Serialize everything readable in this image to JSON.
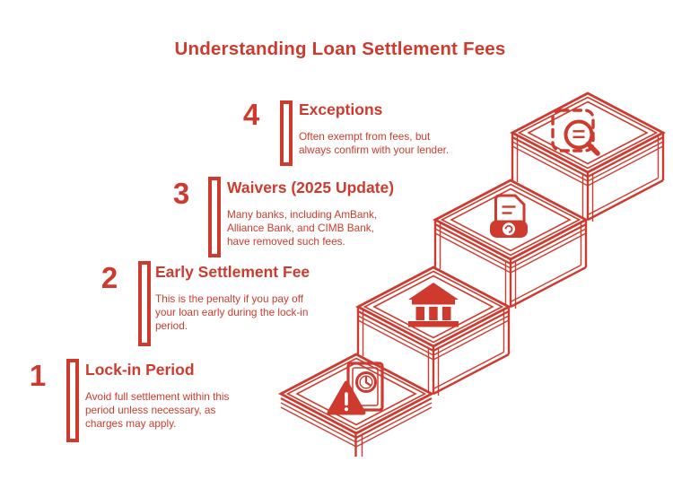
{
  "title": "Understanding Loan Settlement Fees",
  "accent_color": "#CE3B2E",
  "background_color": "#ffffff",
  "steps": [
    {
      "number": "1",
      "heading": "Lock-in Period",
      "description": [
        "Avoid full settlement within this",
        "period unless necessary, as",
        "charges may apply."
      ],
      "icon": "deadline-warning-icon"
    },
    {
      "number": "2",
      "heading": "Early Settlement Fee",
      "description": [
        "This is the penalty if you pay off",
        "your loan early during the lock-in",
        "period."
      ],
      "icon": "bank-building-icon"
    },
    {
      "number": "3",
      "heading": "Waivers (2025 Update)",
      "description": [
        "Many banks, including AmBank,",
        "Alliance Bank, and CIMB Bank,",
        "have removed such fees."
      ],
      "icon": "document-seal-icon"
    },
    {
      "number": "4",
      "heading": "Exceptions",
      "description": [
        "Often exempt from fees, but",
        "always confirm with your lender."
      ],
      "icon": "search-inspect-icon"
    }
  ]
}
